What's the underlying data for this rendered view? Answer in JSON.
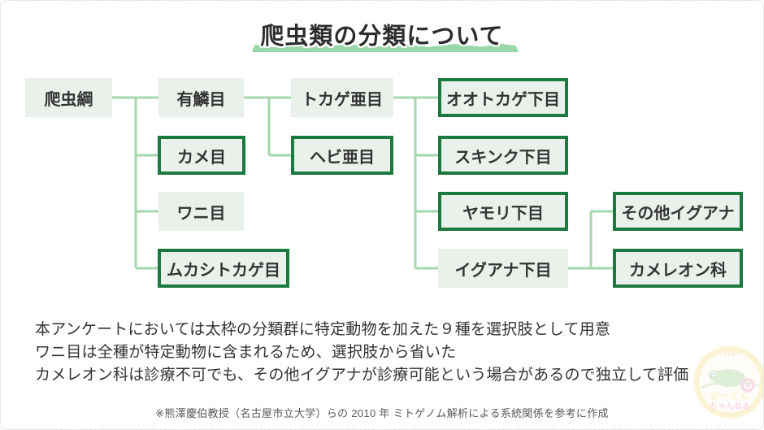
{
  "title": "爬虫類の分類について",
  "diagram": {
    "nodes": [
      {
        "id": "hachuko",
        "label": "爬虫綱",
        "emphasis": false
      },
      {
        "id": "yurinmoku",
        "label": "有鱗目",
        "emphasis": false
      },
      {
        "id": "kamemoku",
        "label": "カメ目",
        "emphasis": true
      },
      {
        "id": "wanimoku",
        "label": "ワニ目",
        "emphasis": false
      },
      {
        "id": "mukashitokage",
        "label": "ムカシトカゲ目",
        "emphasis": true
      },
      {
        "id": "tokageamoku",
        "label": "トカゲ亜目",
        "emphasis": false
      },
      {
        "id": "hebiamoku",
        "label": "ヘビ亜目",
        "emphasis": true
      },
      {
        "id": "ootokagekamoku",
        "label": "オオトカゲ下目",
        "emphasis": true
      },
      {
        "id": "sukinkukamoku",
        "label": "スキンク下目",
        "emphasis": true
      },
      {
        "id": "yamorikamoku",
        "label": "ヤモリ下目",
        "emphasis": true
      },
      {
        "id": "iguanakamoku",
        "label": "イグアナ下目",
        "emphasis": false
      },
      {
        "id": "sonotaiguana",
        "label": "その他イグアナ",
        "emphasis": true
      },
      {
        "id": "chameleonka",
        "label": "カメレオン科",
        "emphasis": true
      }
    ],
    "edges": [
      [
        "hachuko",
        "yurinmoku"
      ],
      [
        "hachuko",
        "kamemoku"
      ],
      [
        "hachuko",
        "wanimoku"
      ],
      [
        "hachuko",
        "mukashitokage"
      ],
      [
        "yurinmoku",
        "tokageamoku"
      ],
      [
        "yurinmoku",
        "hebiamoku"
      ],
      [
        "tokageamoku",
        "ootokagekamoku"
      ],
      [
        "tokageamoku",
        "sukinkukamoku"
      ],
      [
        "tokageamoku",
        "yamorikamoku"
      ],
      [
        "tokageamoku",
        "iguanakamoku"
      ],
      [
        "iguanakamoku",
        "sonotaiguana"
      ],
      [
        "iguanakamoku",
        "chameleonka"
      ]
    ]
  },
  "notes": [
    "本アンケートにおいては太枠の分類群に特定動物を加えた９種を選択肢として用意",
    "ワニ目は全種が特定動物に含まれるため、選択肢から省いた",
    "カメレオン科は診療不可でも、その他イグアナが診療可能という場合があるので独立して評価"
  ],
  "footnote": "※熊澤慶伯教授（名古屋市立大学）らの 2010 年 ミトゲノム解析による系統関係を参考に作成",
  "watermark": {
    "line1": "かーくん",
    "line2": "ちゃんねる",
    "ring_text": "☆CHA☆"
  },
  "colors": {
    "emphasis_border_green": "#1a7a40",
    "connector_green": "#a5d7ad",
    "node_fill": "#e9f1ea",
    "title_underline_green": "#98d7aa"
  }
}
